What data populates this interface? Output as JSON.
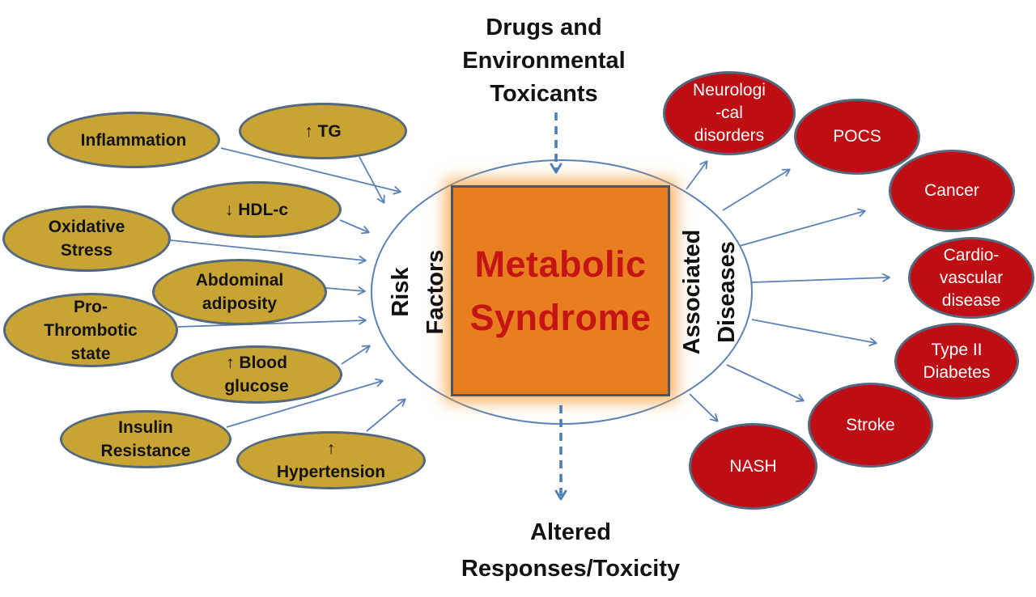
{
  "top_label": "Drugs and\nEnvironmental\nToxicants",
  "bottom_label": "Altered\nResponses/Toxicity",
  "center": {
    "title": "Metabolic\nSyndrome",
    "left_side_label": "Risk\nFactors",
    "right_side_label": "Associated\nDiseases"
  },
  "risk_factors": [
    {
      "label": "Inflammation"
    },
    {
      "label": "↑  TG"
    },
    {
      "label": "↓  HDL-c"
    },
    {
      "label": "Oxidative\nStress"
    },
    {
      "label": "Abdominal\nadiposity"
    },
    {
      "label": "Pro-\nThrombotic\nstate"
    },
    {
      "label": "↑ Blood\nglucose"
    },
    {
      "label": "Insulin\nResistance"
    },
    {
      "label": "↑\nHypertension"
    }
  ],
  "associated_diseases": [
    {
      "label": "Neurologi\n-cal\ndisorders"
    },
    {
      "label": "POCS"
    },
    {
      "label": "Cancer"
    },
    {
      "label": "Cardio-\nvascular\ndisease"
    },
    {
      "label": "Type II\nDiabetes"
    },
    {
      "label": "Stroke"
    },
    {
      "label": "NASH"
    }
  ],
  "colors": {
    "risk_fill": "#C8A434",
    "disease_fill": "#BF0E13",
    "node_border": "#54687D",
    "center_fill": "#E87E20",
    "center_border": "#4A5663",
    "center_text": "#C51414",
    "arrow": "#5B82B6",
    "dashed_arrow": "#4E7DB5",
    "disease_text": "#FFFFFF",
    "risk_text": "#131313"
  }
}
